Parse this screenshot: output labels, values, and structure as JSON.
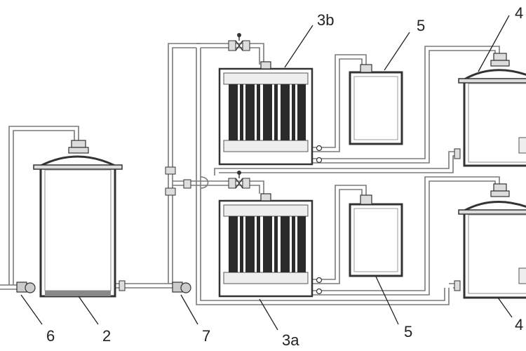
{
  "labels": {
    "label_2": "2",
    "label_3a": "3a",
    "label_3b": "3b",
    "label_4_top": "4",
    "label_4_bottom": "4",
    "label_5_top": "5",
    "label_5_bottom": "5",
    "label_6": "6",
    "label_7": "7"
  },
  "colors": {
    "outline": "#333333",
    "pipe": "#7a7a7a",
    "tube_dark": "#2a2a2a",
    "fill_light": "#eeeeee"
  }
}
